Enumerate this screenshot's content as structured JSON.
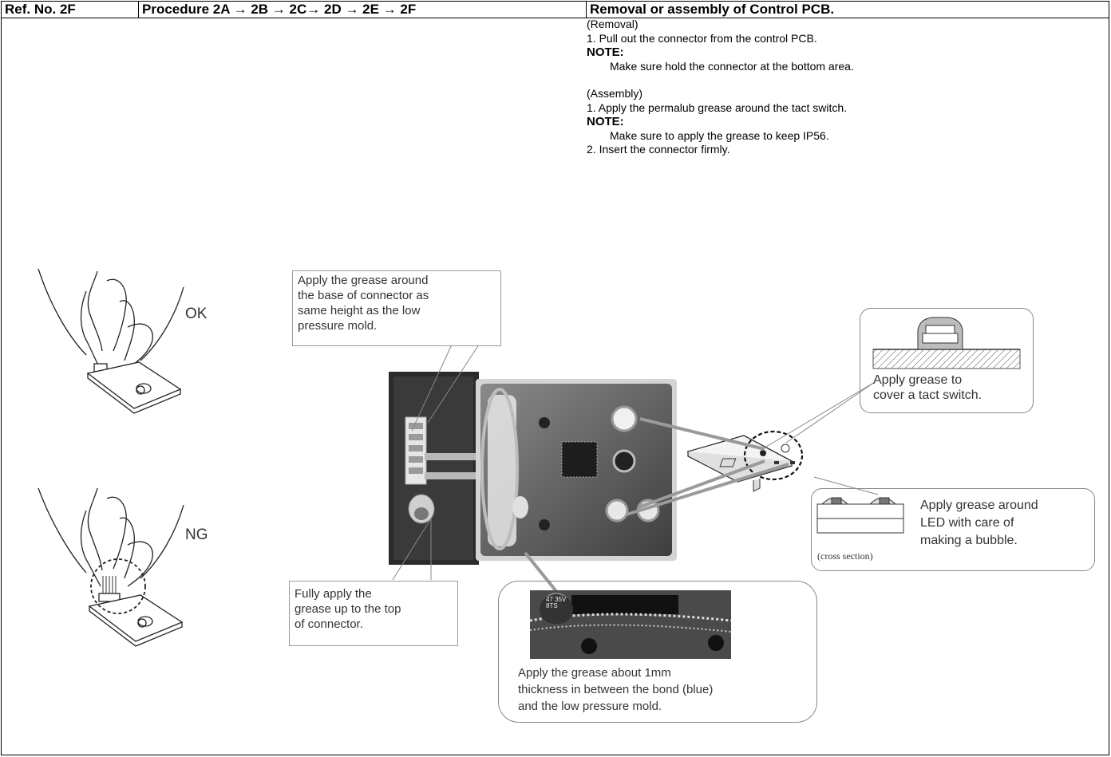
{
  "header": {
    "ref_no": "Ref. No. 2F",
    "procedure": "Procedure  2A → 2B  → 2C→ 2D  → 2E  → 2F",
    "title": "Removal or assembly of Control PCB."
  },
  "instructions": {
    "removal_heading": "(Removal)",
    "removal_step1": "1. Pull out the connector from the control PCB.",
    "note1_label": "NOTE:",
    "note1_text": "Make sure hold the connector at the bottom area.",
    "assembly_heading": "(Assembly)",
    "assembly_step1": "1. Apply the permalub grease around the tact switch.",
    "note2_label": "NOTE:",
    "note2_text": "Make sure to apply the grease to keep IP56.",
    "assembly_step2": "2. Insert the connector firmly."
  },
  "illustrations": {
    "ok_label": "OK",
    "ng_label": "NG",
    "callout_base": [
      "Apply the grease around",
      "the base of connector as",
      "same height as the low",
      "pressure mold."
    ],
    "callout_top": [
      "Fully apply the",
      "grease up to the top",
      "of connector."
    ],
    "callout_tact": [
      "Apply grease to",
      "cover a tact switch."
    ],
    "callout_led": [
      "Apply grease around",
      "LED with care of",
      "making a bubble."
    ],
    "cross_section_label": "(cross section)",
    "callout_bond": [
      "Apply the grease about 1mm",
      "thickness in between the bond (blue)",
      "and the low pressure mold."
    ],
    "capacitor_marking": "47 35V 8TS"
  }
}
